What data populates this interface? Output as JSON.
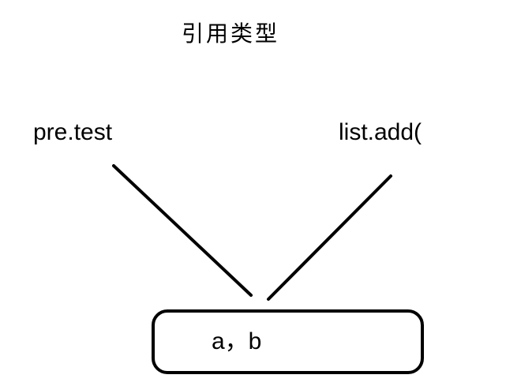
{
  "diagram": {
    "title": "引用类型",
    "left_label": "pre.test",
    "right_label": "list.add(",
    "box_label": "a，b",
    "colors": {
      "ink": "#000000",
      "background": "#ffffff"
    }
  }
}
